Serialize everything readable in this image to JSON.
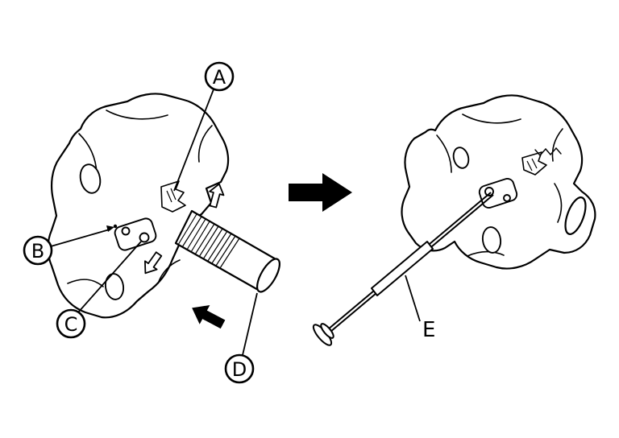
{
  "colors": {
    "background": "#ffffff",
    "line": "#000000"
  },
  "callouts": [
    {
      "label": "A",
      "style": "circled"
    },
    {
      "label": "B",
      "style": "circled"
    },
    {
      "label": "C",
      "style": "circled"
    },
    {
      "label": "D",
      "style": "circled"
    },
    {
      "label": "E",
      "style": "plain"
    }
  ]
}
